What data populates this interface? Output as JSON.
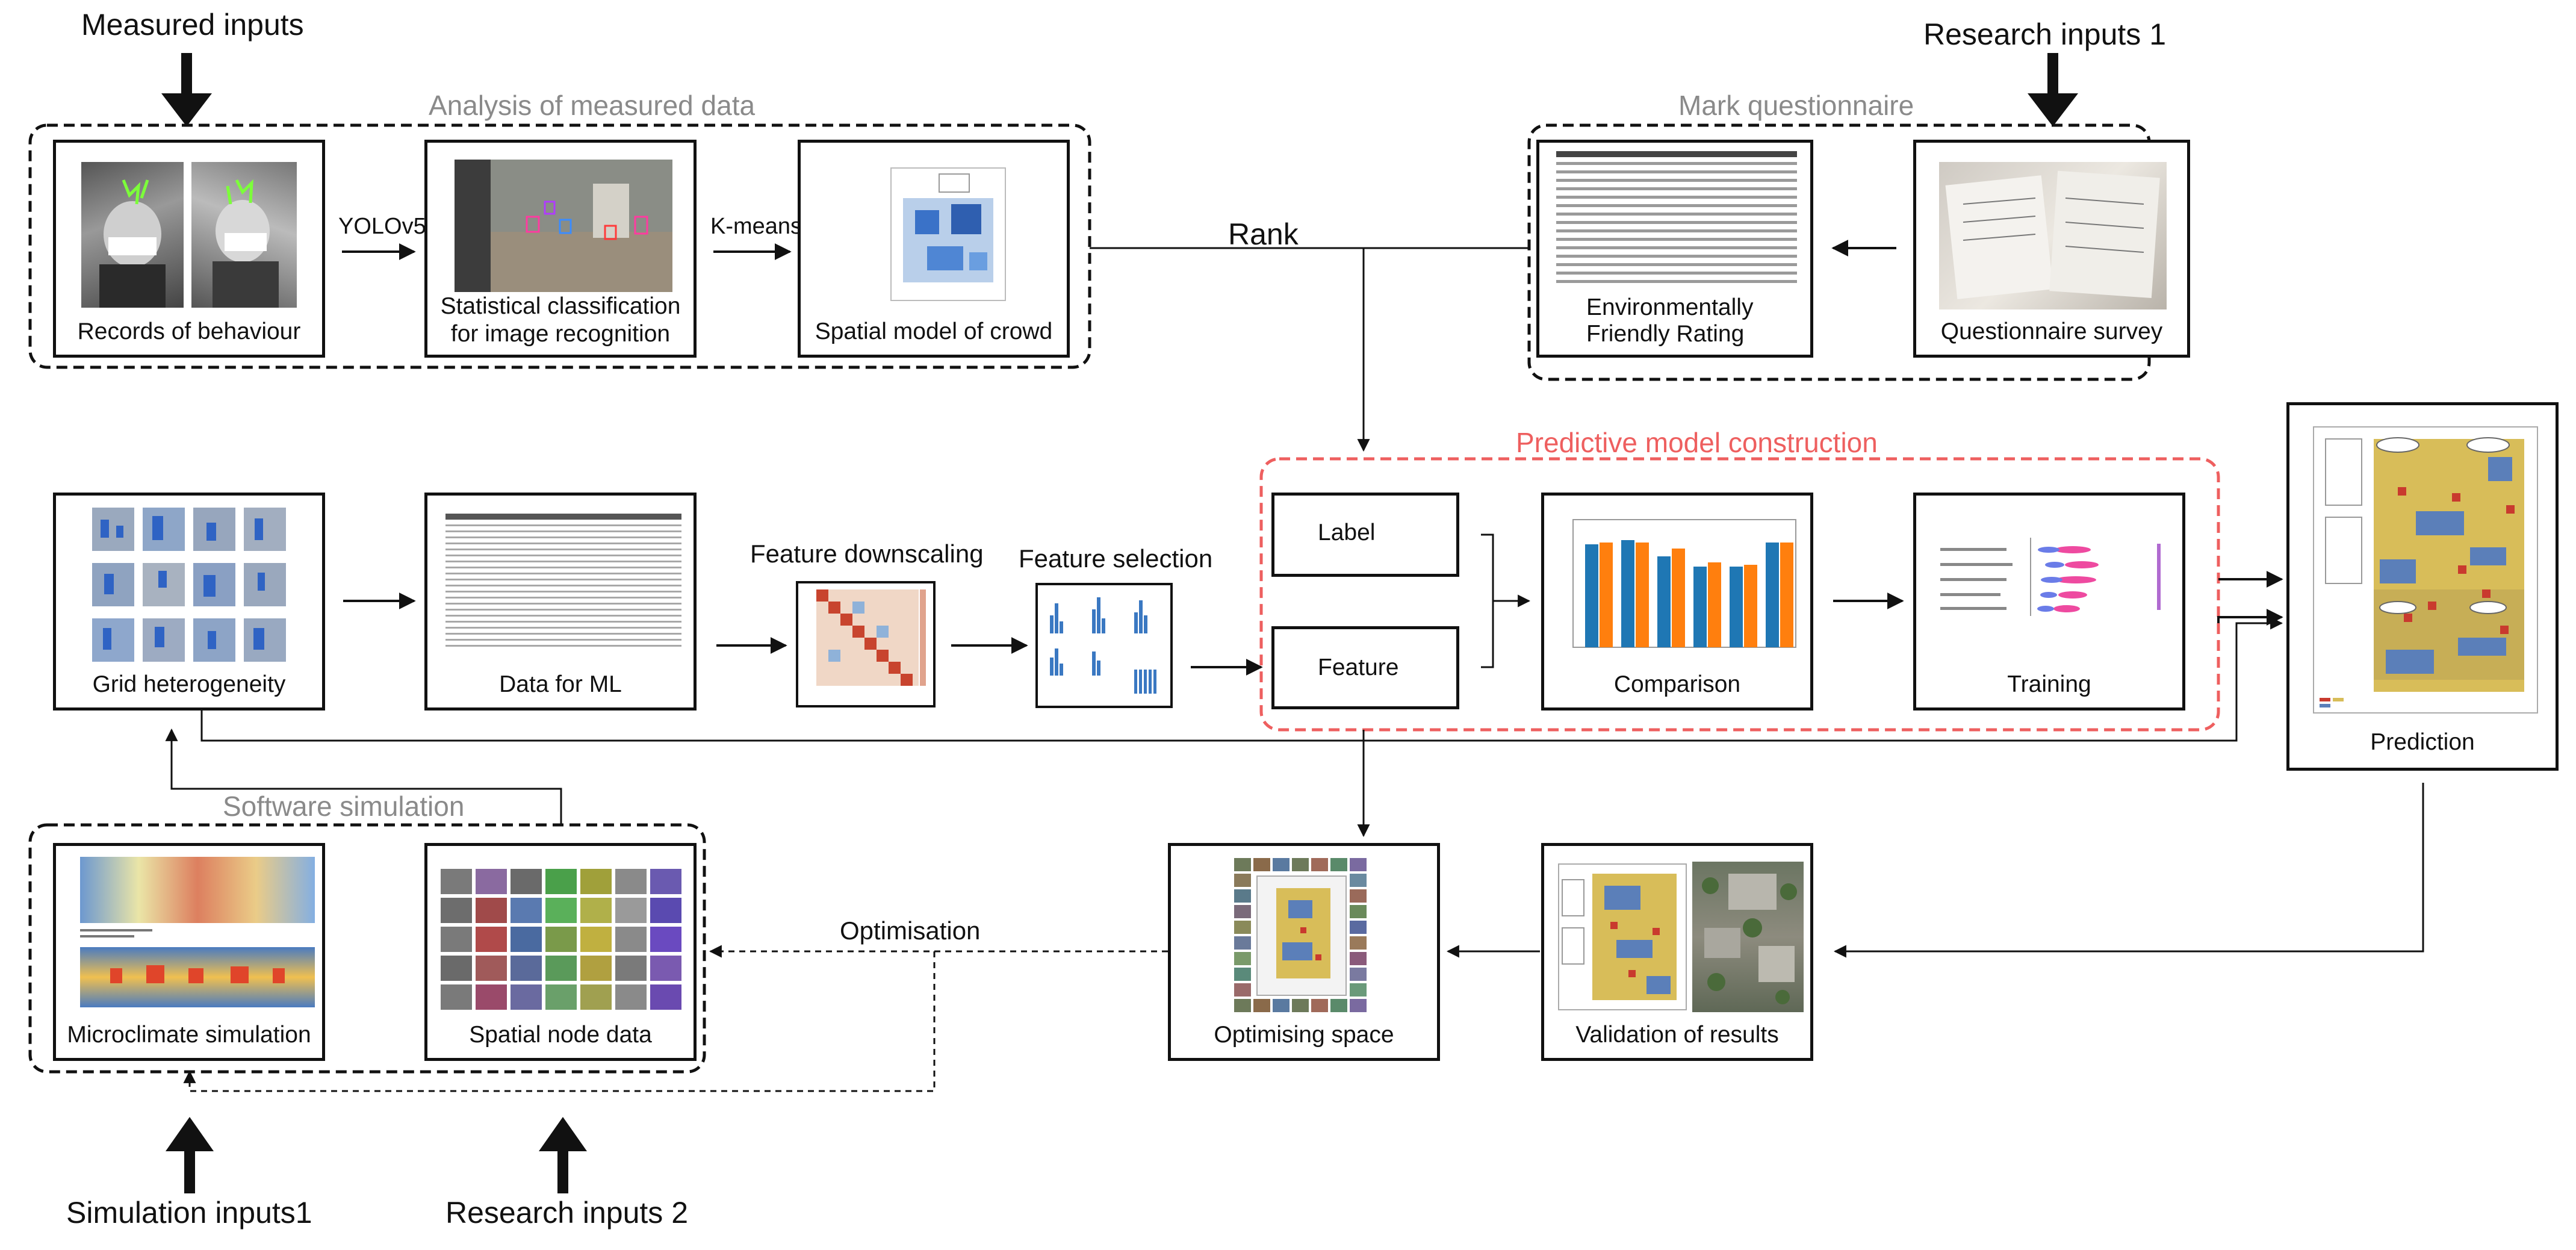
{
  "inputs": {
    "measured": "Measured inputs",
    "research1": "Research inputs 1",
    "simulation1": "Simulation inputs1",
    "research2": "Research inputs 2"
  },
  "groups": {
    "analysis": "Analysis of measured data",
    "questionnaire": "Mark questionnaire",
    "predictive": "Predictive model construction",
    "software": "Software simulation"
  },
  "boxes": {
    "records": "Records of behaviour",
    "statistical_1": "Statistical classification",
    "statistical_2": "for image recognition",
    "spatial_crowd": "Spatial model of crowd",
    "env_rating_1": "Environmentally",
    "env_rating_2": "Friendly Rating",
    "questionnaire_survey": "Questionnaire survey",
    "grid": "Grid heterogeneity",
    "data_ml": "Data for ML",
    "label": "Label",
    "feature": "Feature",
    "comparison": "Comparison",
    "training": "Training",
    "prediction": "Prediction",
    "optimising": "Optimising space",
    "validation": "Validation of results",
    "microclimate": "Microclimate simulation",
    "spatial_node": "Spatial node data"
  },
  "arrows": {
    "yolo": "YOLOv5",
    "kmeans": "K-means",
    "rank": "Rank",
    "downscaling": "Feature downscaling",
    "selection": "Feature selection",
    "optimisation": "Optimisation"
  },
  "colors": {
    "blue": "#2f6fb5",
    "orange": "#ff7f0e",
    "red_group": "#ee5f5f",
    "yellow": "#d8b84a"
  }
}
